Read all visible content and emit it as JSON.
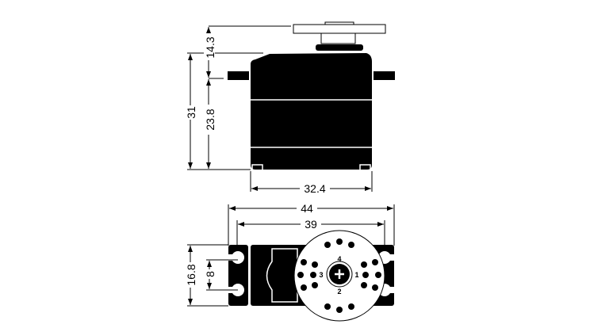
{
  "title": "Servo dimension drawing",
  "side_view": {
    "dims": {
      "horn_height": "14.3",
      "total_height": "31",
      "body_height": "23.8",
      "body_width": "32.4"
    }
  },
  "top_view": {
    "dims": {
      "overall_length": "44",
      "mount_hole_spacing": "39",
      "body_width": "16.8",
      "hole_pitch": "8"
    },
    "horn_labels": {
      "one": "1",
      "two": "2",
      "three": "3",
      "four": "4"
    }
  },
  "colors": {
    "line": "#000000",
    "background": "#ffffff"
  }
}
